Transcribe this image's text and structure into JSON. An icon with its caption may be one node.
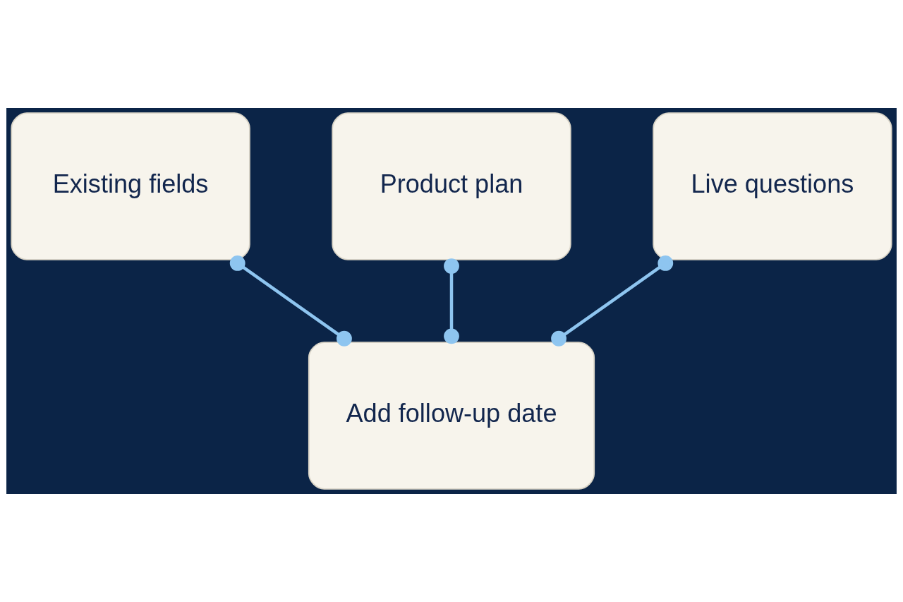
{
  "diagram": {
    "nodes": [
      {
        "text": [
          "Existing fields"
        ]
      },
      {
        "text": [
          "Product plan"
        ]
      },
      {
        "text": [
          "Live questions"
        ]
      },
      {
        "text": [
          "Add follow-up date"
        ]
      }
    ],
    "edges": [
      {
        "from": 0,
        "to": 3,
        "arrow": "other"
      },
      {
        "from": 1,
        "to": 3,
        "arrow": "other"
      },
      {
        "from": 2,
        "to": 3,
        "arrow": "other"
      }
    ]
  }
}
